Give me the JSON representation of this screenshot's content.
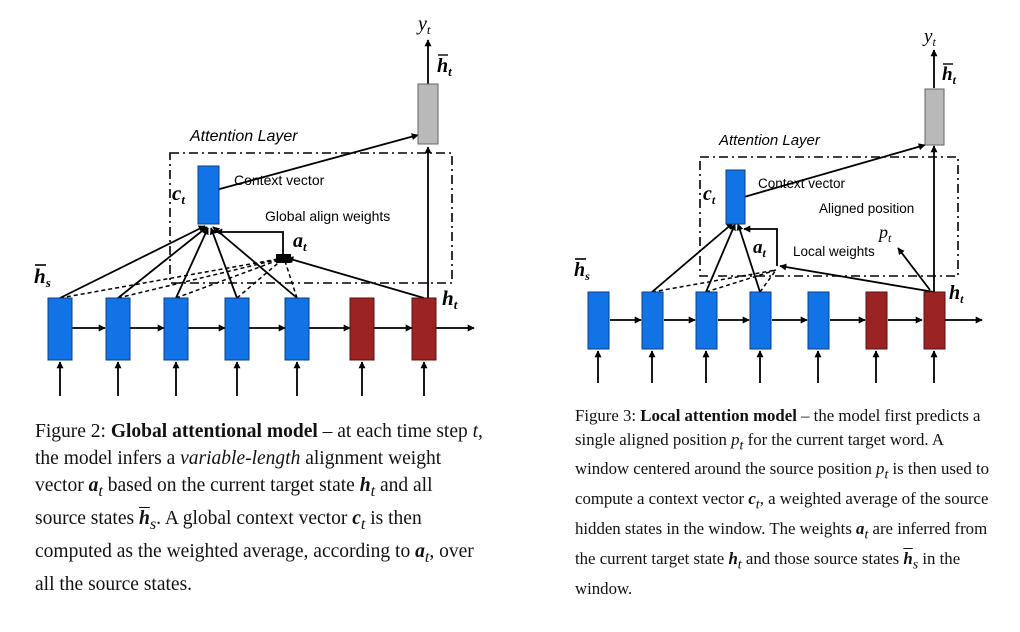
{
  "figure2": {
    "labels": {
      "y": "y",
      "y_sub": "t",
      "htilde": "h",
      "htilde_sub": "t",
      "attention_layer": "Attention Layer",
      "ct": "c",
      "ct_sub": "t",
      "context_vector": "Context vector",
      "global_align_weights": "Global align weights",
      "at": "a",
      "at_sub": "t",
      "hbar": "h",
      "hbar_sub": "s",
      "ht": "h",
      "ht_sub": "t"
    },
    "caption": {
      "fig_label": "Figure 2:",
      "title": "Global attentional model",
      "t1": " – at each time step ",
      "v_t": "t",
      "t2": ", the model infers a ",
      "italic_phrase": "variable-length",
      "t3": " alignment weight vector ",
      "v_a": "a",
      "v_a_sub": "t",
      "t4": " based on the current target state ",
      "v_h": "h",
      "v_h_sub": "t",
      "t5": " and all source states ",
      "v_hs": "h",
      "v_hs_sub": "s",
      "t6": ". A global context vector ",
      "v_c": "c",
      "v_c_sub": "t",
      "t7": " is then computed as the weighted average, according to ",
      "v_a2": "a",
      "v_a2_sub": "t",
      "t8": ", over all the source states."
    }
  },
  "figure3": {
    "labels": {
      "y": "y",
      "y_sub": "t",
      "htilde": "h",
      "htilde_sub": "t",
      "attention_layer": "Attention Layer",
      "ct": "c",
      "ct_sub": "t",
      "context_vector": "Context vector",
      "aligned_position": "Aligned position",
      "pt": "p",
      "pt_sub": "t",
      "at": "a",
      "at_sub": "t",
      "local_weights": "Local weights",
      "hbar": "h",
      "hbar_sub": "s",
      "ht": "h",
      "ht_sub": "t"
    },
    "caption": {
      "fig_label": "Figure 3:",
      "title": "Local attention model",
      "t1": " – the model first predicts a single aligned position ",
      "v_p": "p",
      "v_p_sub": "t",
      "t2": " for the current target word. A window centered around the source position ",
      "v_p2": "p",
      "v_p2_sub": "t",
      "t3": " is then used to compute a context vector ",
      "v_c": "c",
      "v_c_sub": "t",
      "t4": ", a weighted average of the source hidden states in the window. The weights ",
      "v_a": "a",
      "v_a_sub": "t",
      "t5": " are inferred from the current target state ",
      "v_h": "h",
      "v_h_sub": "t",
      "t6": " and those source states ",
      "v_hs": "h",
      "v_hs_sub": "s",
      "t7": " in the window."
    }
  },
  "colors": {
    "source_state": "#1273e6",
    "target_state": "#9b2324",
    "attentional_state": "#b9b9b9",
    "line": "#000000"
  }
}
